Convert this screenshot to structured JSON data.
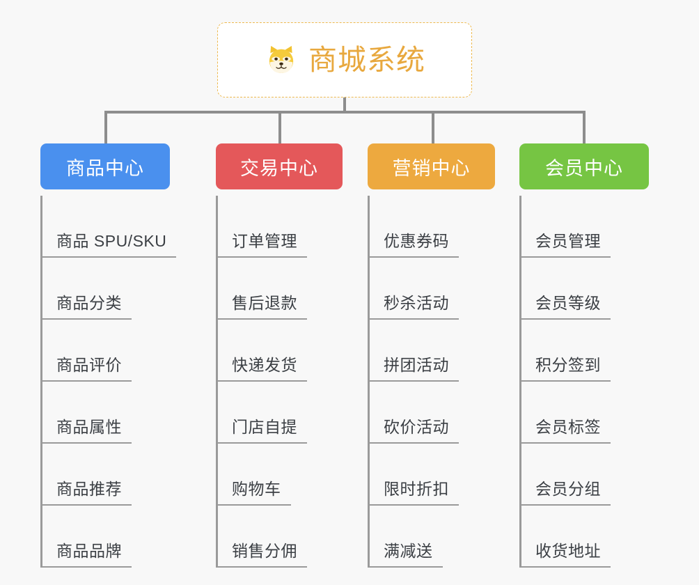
{
  "page": {
    "background_color": "#f8f8f8",
    "connector_color": "#8d8d8d",
    "leaf_text_color": "#3b3f44",
    "leaf_rule_color": "#9a9a9a"
  },
  "root": {
    "title": "商城系统",
    "icon": "shiba-dog-emoji",
    "title_color": "#e8a83e",
    "border_color": "#edb94e",
    "fill_color": "#ffffff"
  },
  "categories": [
    {
      "label": "商品中心",
      "color": "#4a90ee",
      "items": [
        "商品 SPU/SKU",
        "商品分类",
        "商品评价",
        "商品属性",
        "商品推荐",
        "商品品牌"
      ]
    },
    {
      "label": "交易中心",
      "color": "#e4585a",
      "items": [
        "订单管理",
        "售后退款",
        "快递发货",
        "门店自提",
        "购物车",
        "销售分佣"
      ]
    },
    {
      "label": "营销中心",
      "color": "#eda93f",
      "items": [
        "优惠券码",
        "秒杀活动",
        "拼团活动",
        "砍价活动",
        "限时折扣",
        "满减送"
      ]
    },
    {
      "label": "会员中心",
      "color": "#76c543",
      "items": [
        "会员管理",
        "会员等级",
        "积分签到",
        "会员标签",
        "会员分组",
        "收货地址"
      ]
    }
  ]
}
